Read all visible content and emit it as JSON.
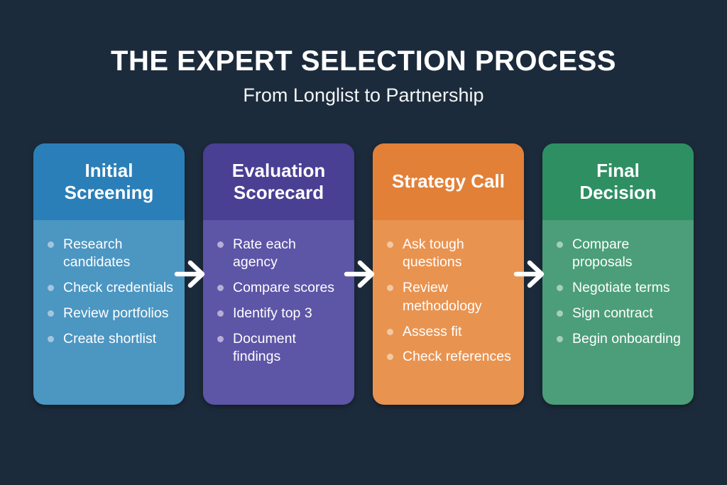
{
  "background_color": "#1c2b3b",
  "arrow_color": "#ffffff",
  "header": {
    "title": "THE EXPERT SELECTION PROCESS",
    "subtitle": "From Longlist to Partnership"
  },
  "steps": [
    {
      "title": "Initial Screening",
      "header_color": "#2a7fb8",
      "body_color": "#4c96c2",
      "bullet_color": "#a3c6dd",
      "items": [
        "Research candidates",
        "Check credentials",
        "Review portfolios",
        "Create shortlist"
      ]
    },
    {
      "title": "Evaluation Scorecard",
      "header_color": "#493f93",
      "body_color": "#5d55a6",
      "bullet_color": "#b5aed6",
      "items": [
        "Rate each agency",
        "Compare scores",
        "Identify top 3",
        "Document findings"
      ]
    },
    {
      "title": "Strategy Call",
      "header_color": "#e28038",
      "body_color": "#e99350",
      "bullet_color": "#f2c9a2",
      "items": [
        "Ask tough questions",
        "Review methodology",
        "Assess fit",
        "Check references"
      ]
    },
    {
      "title": "Final Decision",
      "header_color": "#2e8f63",
      "body_color": "#4b9e79",
      "bullet_color": "#a6cebd",
      "items": [
        "Compare proposals",
        "Negotiate terms",
        "Sign contract",
        "Begin onboarding"
      ]
    }
  ]
}
